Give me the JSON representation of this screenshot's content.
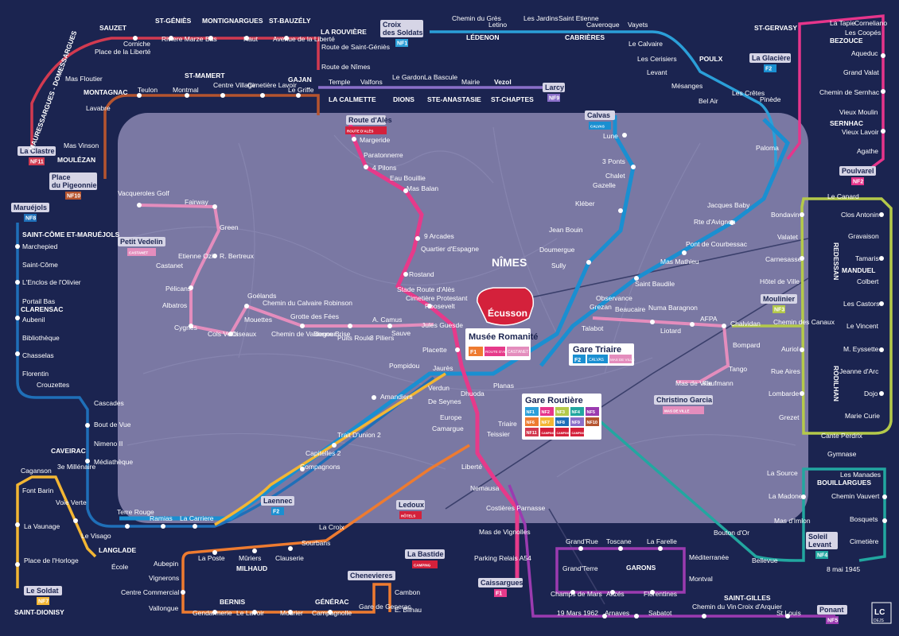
{
  "city_label": "NÎMES",
  "center_label": "Écusson",
  "logo_text": "LC",
  "logo_sub": "DEJS",
  "hubs": {
    "musee": {
      "title": "Musée Romanité",
      "line": "F1",
      "badges": [
        "ROUTE D'ALÈS",
        "CASTANET"
      ]
    },
    "gare_triaire": {
      "title": "Gare Triaire",
      "line": "F2",
      "badges": [
        "CALVAS",
        "MAS DE VILLE"
      ]
    },
    "gare_routiere": {
      "title": "Gare Routière",
      "lines": [
        "NF1",
        "NF2",
        "NF3",
        "NF4",
        "NF5",
        "NF6",
        "NF7",
        "NF8",
        "NF9",
        "NF10",
        "NF11",
        "CAMPING",
        "CAMPING",
        "CAMPING"
      ]
    }
  },
  "line_colors": {
    "F1": "#e63a8a",
    "F2": "#1a8fd1",
    "NF1": "#2b9fd8",
    "NF2": "#e6358b",
    "NF3": "#b4c94a",
    "NF4": "#22a7a0",
    "NF5": "#9b3bb0",
    "NF6": "#ee7b30",
    "NF7": "#f3b633",
    "NF8": "#1f6fb8",
    "NF9": "#8a6fc9",
    "NF10": "#b5542f",
    "NF11": "#d23a50",
    "CAMPING": "#d4213b"
  },
  "terminals": [
    {
      "id": "la-clastre",
      "label": "La Clastre",
      "badge": "NF11"
    },
    {
      "id": "place-du-pigeonnier",
      "label": "Place du Pigeonnier",
      "badge": "NF10"
    },
    {
      "id": "maruejols",
      "label": "Maruéjols",
      "badge": "NF8"
    },
    {
      "id": "croix-des-soldats",
      "label": "Croix des Soldats",
      "badge": "NF1"
    },
    {
      "id": "larcy",
      "label": "Larcy",
      "badge": "NF9"
    },
    {
      "id": "la-glaciere",
      "label": "La Glacière",
      "badge": "F2"
    },
    {
      "id": "poulvarel",
      "label": "Poulvarel",
      "badge": "NF2"
    },
    {
      "id": "moulinier",
      "label": "Moulinier",
      "badge": "NF3"
    },
    {
      "id": "soleil-levant",
      "label": "Soleil Levant",
      "badge": "NF4"
    },
    {
      "id": "ponant",
      "label": "Ponant",
      "badge": "NF5"
    },
    {
      "id": "caissargues",
      "label": "Caissargues",
      "badge": "F1"
    },
    {
      "id": "la-bastide",
      "label": "La Bastide",
      "badge": "CAMPING"
    },
    {
      "id": "chenevieres",
      "label": "Chenevieres",
      "badge": ""
    },
    {
      "id": "le-soldat",
      "label": "Le Soldat",
      "badge": "NF7"
    },
    {
      "id": "ledoux",
      "label": "Ledoux",
      "badge": "HÔTELS"
    },
    {
      "id": "laennec",
      "label": "Laennec",
      "badge": "F2"
    },
    {
      "id": "petit-vedelin",
      "label": "Petit Vedelin",
      "badge": "CASTANET"
    },
    {
      "id": "christino-garcia",
      "label": "Christino Garcia",
      "badge": "MAS DE VILLE"
    },
    {
      "id": "route-d-ales",
      "label": "Route d'Alès",
      "badge": "ROUTE D'ALÈS"
    },
    {
      "id": "calvas",
      "label": "Calvas",
      "badge": "CALVAS"
    }
  ],
  "towns": [
    "SAUZET",
    "ST-GÉNIÈS",
    "MONTIGNARGUES",
    "ST-BAUZÉLY",
    "LA ROUVIÈRE",
    "MAURESSARGUES - DOMESSARGUES",
    "MONTAGNAC",
    "ST-MAMERT",
    "GAJAN",
    "MOULÉZAN",
    "SAINT-CÔME ET-MARUÉJOLS",
    "CLARENSAC",
    "CAVEIRAC",
    "LANGLADE",
    "SAINT-DIONISY",
    "MILHAUD",
    "BERNIS",
    "GÉNÉRAC",
    "LÉDENON",
    "CABRIÈRES",
    "POULX",
    "ST-GERVASY",
    "BEZOUCE",
    "SERNHAC",
    "REDESSAN",
    "MANDUEL",
    "RODILHAN",
    "BOUILLARGUES",
    "GARONS",
    "SAINT-GILLES",
    "LA CALMETTE",
    "DIONS",
    "STE-ANASTASIE",
    "ST-CHAPTES"
  ],
  "stations": {
    "nf11": [
      "Corniche",
      "Riviere Marze",
      "Bas",
      "Haut",
      "Avenue de la Liberté",
      "Place de la Liberté",
      "Mas Floutier",
      "Route de Saint-Géniès",
      "Route de Nîmes"
    ],
    "nf10": [
      "Lavabre",
      "Teulon",
      "Montmal",
      "Centre Village",
      "Cimetière Lavoir",
      "Le Griffe",
      "Mas Vinson"
    ],
    "nf8": [
      "Marchepied",
      "Saint-Côme",
      "L'Enclos de l'Olivier",
      "Portail Bas",
      "Aubenil",
      "Bibliothèque",
      "Chasselas",
      "Florentin",
      "Crouzettes",
      "Cascades",
      "Bout de Vue",
      "Nimeno II",
      "Médiathèque"
    ],
    "nf9": [
      "Temple",
      "Valfons",
      "Le Gardon",
      "La Bascule",
      "Mairie",
      "Vezol"
    ],
    "nf1": [
      "Chemin du Grès",
      "Letino",
      "Les Jardins",
      "Saint Etienne",
      "Caveroque",
      "Vayets",
      "Le Calvaire",
      "Les Cerisiers",
      "Levant",
      "Mésanges",
      "Bel Air",
      "Les Crêtes",
      "Pinède"
    ],
    "nf2": [
      "La Tapie",
      "Corneliano",
      "Les Coopés",
      "Aqueduc",
      "Grand Valat",
      "Chemin de Sernhac",
      "Vieux Moulin",
      "Vieux Lavoir",
      "Agathe"
    ],
    "nf3": [
      "Le Canard",
      "Clos Antonin",
      "Gravaison",
      "Tamaris",
      "Colbert",
      "Les Castors",
      "Le Vincent",
      "M. Eyssette",
      "Jeanne d'Arc",
      "Dojo",
      "Marie Curie",
      "Cante Perdrix",
      "Bondavin",
      "Valatet",
      "Carnesasse",
      "Hôtel de Ville",
      "Chemin des Canaux",
      "Auriol",
      "Rue Aires",
      "Lombarde",
      "Grezet"
    ],
    "nf4": [
      "Gymnase",
      "Les Manades",
      "Chemin Vauvert",
      "Bosquets",
      "Cimetière",
      "8 mai 1945",
      "La Source",
      "La Madone",
      "Mas d'Imlon",
      "Bellevue",
      "Bouton d'Or"
    ],
    "nf5": [
      "Grand'Rue",
      "Toscane",
      "La Farelle",
      "Grand'Terre",
      "Méditerranée",
      "Montval",
      "Champs de Mars",
      "Alizés",
      "Florentines",
      "19 Mars 1962",
      "Arnaves",
      "Sabatot",
      "Chemin du Vin",
      "Croix d'Arquier",
      "St Louis",
      "Mas de Vignolles",
      "Parking Relais A54"
    ],
    "nf6": [
      "La Croix",
      "Sourbans",
      "Clauserie",
      "Mûriers",
      "La Poste",
      "Aubepin",
      "Vignerons",
      "Centre Commercial",
      "Vallongue",
      "Gendarmerie",
      "Le Lavoir",
      "Mourier",
      "Campagnolle",
      "Gare de Generac",
      "Cambon",
      "E. Bilhau"
    ],
    "nf7": [
      "Caganson",
      "3e Millénaire",
      "Font Barin",
      "Voie Verte",
      "La Vaunage",
      "Le Visago",
      "Place de l'Horloge",
      "École"
    ],
    "f1": [
      "Margeride",
      "Paratonnerre",
      "4 Pilons",
      "Eau Bouillie",
      "Mas Balan",
      "9 Arcades",
      "Quartier d'Espagne",
      "Rostand",
      "Stade Route d'Alès",
      "Cimetière Protestant",
      "Roosevelt",
      "Jules Guesde",
      "Placette",
      "Jaurès",
      "Dhuoda",
      "Planas",
      "Triaire",
      "Teissier",
      "Liberté",
      "Nemausa",
      "Costières Parnasse",
      "Vacqueroles Golf",
      "Fairway",
      "Green",
      "Castanet",
      "Etienne Ozi",
      "R. Bertreux",
      "Pélicans",
      "Albatros",
      "Goélands",
      "Chemin du Calvaire Robinson",
      "Mouettes",
      "Grotte des Fées",
      "Cygnes",
      "Cols Verts",
      "Oiseaux",
      "Chemin de Valdegour",
      "Bonne Brise",
      "Puits Roule",
      "A. Camus",
      "3 Piliers",
      "Sauve"
    ],
    "f2": [
      "Lune",
      "3 Ponts",
      "Chalet",
      "Gazelle",
      "Kléber",
      "Jean Bouin",
      "Doumergue",
      "Sully",
      "Paloma",
      "Jacques Baby",
      "Rte d'Avignon",
      "Pont de Courbessac",
      "Mas Mathieu",
      "Saint Baudile",
      "Observance",
      "Grezan",
      "Beaucaire",
      "Numa Baragnon",
      "Liotard",
      "AFPA",
      "Chalvidan",
      "Bompard",
      "Tango",
      "Kaufmann",
      "Mas de Ville",
      "Talabot",
      "Pompidou",
      "Amandiers",
      "Verdun",
      "De Seynes",
      "Europe",
      "Camargue",
      "Trait D'union 2",
      "Capitelles 2",
      "Compagnons",
      "Terre Rouge",
      "Ramias",
      "La Carriere"
    ]
  }
}
